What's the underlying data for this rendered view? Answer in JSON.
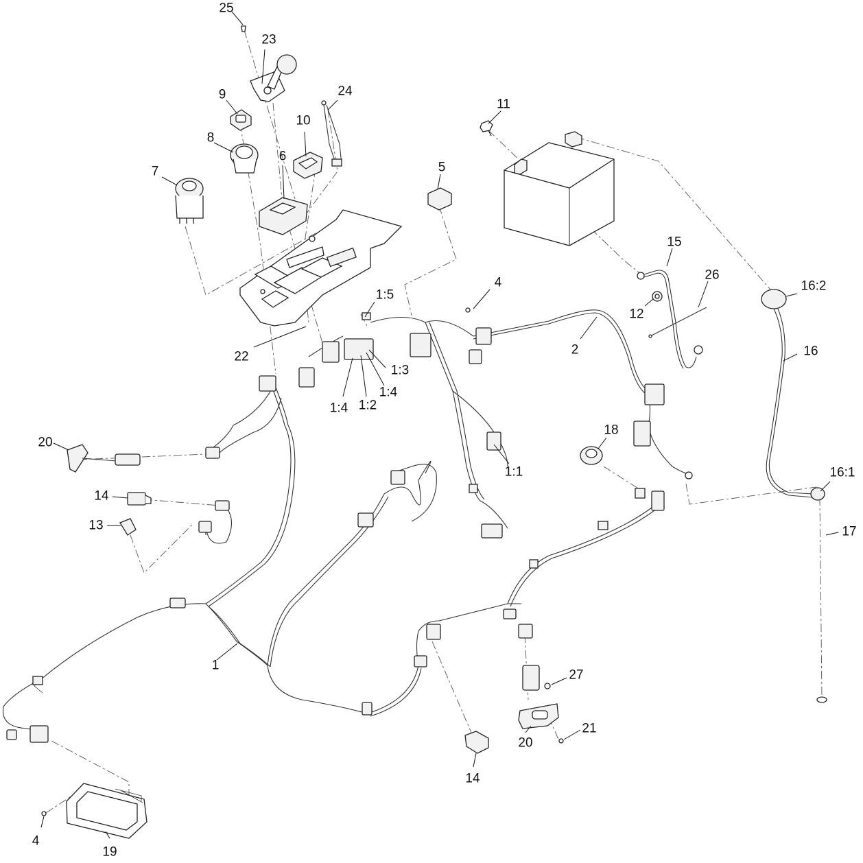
{
  "callouts": [
    {
      "id": "c25",
      "text": "25"
    },
    {
      "id": "c23",
      "text": "23"
    },
    {
      "id": "c9",
      "text": "9"
    },
    {
      "id": "c24",
      "text": "24"
    },
    {
      "id": "c8",
      "text": "8"
    },
    {
      "id": "c10",
      "text": "10"
    },
    {
      "id": "c11",
      "text": "11"
    },
    {
      "id": "c7",
      "text": "7"
    },
    {
      "id": "c6",
      "text": "6"
    },
    {
      "id": "c5",
      "text": "5"
    },
    {
      "id": "c15",
      "text": "15"
    },
    {
      "id": "c26",
      "text": "26"
    },
    {
      "id": "c16-2",
      "text": "16:2"
    },
    {
      "id": "c1-5",
      "text": "1:5"
    },
    {
      "id": "c4a",
      "text": "4"
    },
    {
      "id": "c12",
      "text": "12"
    },
    {
      "id": "c2",
      "text": "2"
    },
    {
      "id": "c16",
      "text": "16"
    },
    {
      "id": "c22",
      "text": "22"
    },
    {
      "id": "c1-3",
      "text": "1:3"
    },
    {
      "id": "c1-4a",
      "text": "1:4"
    },
    {
      "id": "c1-4b",
      "text": "1:4"
    },
    {
      "id": "c1-2",
      "text": "1:2"
    },
    {
      "id": "c18",
      "text": "18"
    },
    {
      "id": "c20a",
      "text": "20"
    },
    {
      "id": "c1-1",
      "text": "1:1"
    },
    {
      "id": "c16-1",
      "text": "16:1"
    },
    {
      "id": "c14a",
      "text": "14"
    },
    {
      "id": "c13",
      "text": "13"
    },
    {
      "id": "c17",
      "text": "17"
    },
    {
      "id": "c1",
      "text": "1"
    },
    {
      "id": "c27",
      "text": "27"
    },
    {
      "id": "c21",
      "text": "21"
    },
    {
      "id": "c20b",
      "text": "20"
    },
    {
      "id": "c14b",
      "text": "14"
    },
    {
      "id": "c4b",
      "text": "4"
    },
    {
      "id": "c19",
      "text": "19"
    }
  ]
}
